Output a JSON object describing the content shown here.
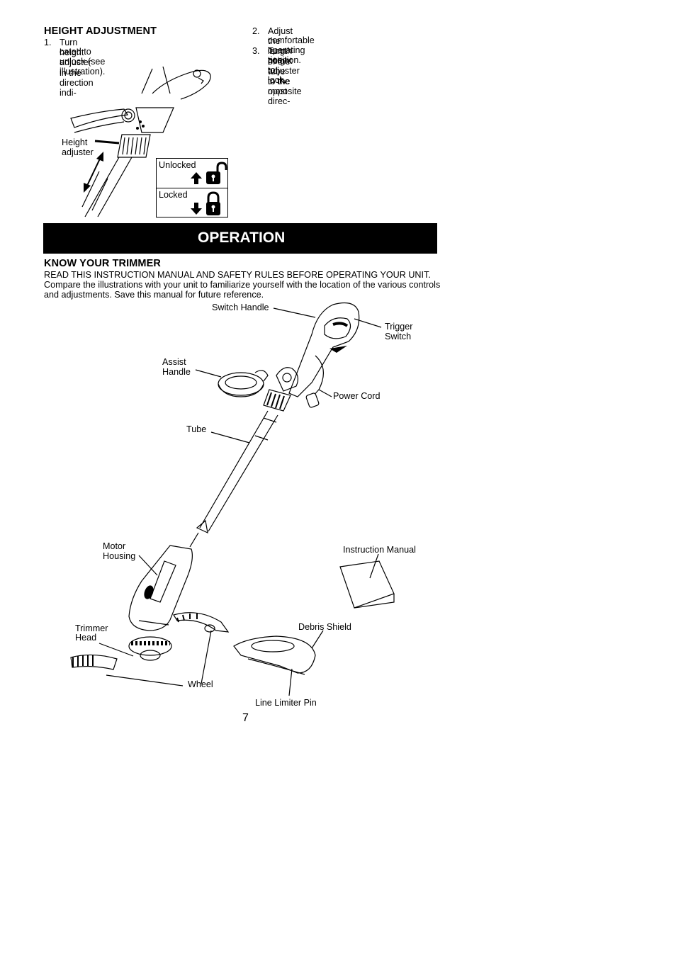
{
  "height_adjustment": {
    "heading": "HEIGHT ADJUSTMENT",
    "steps": [
      {
        "num": "1.",
        "lines": [
          "Turn height adjuster in the direction indi-",
          "cated to unlock (see illustration)."
        ]
      },
      {
        "num": "2.",
        "lines": [
          "Adjust the length of the tube to the most",
          "comfortable operating position."
        ]
      },
      {
        "num": "3.",
        "lines": [
          "Turn height adjuster in the opposite direc-",
          "tion to lock."
        ]
      }
    ],
    "illustration": {
      "label_height_adjuster": [
        "Height",
        "adjuster"
      ],
      "unlocked": "Unlocked",
      "locked": "Locked"
    }
  },
  "operation_banner": "OPERATION",
  "know_your_trimmer": {
    "heading": "KNOW YOUR TRIMMER",
    "lines": [
      "READ THIS INSTRUCTION MANUAL AND SAFETY RULES BEFORE OPERATING YOUR UNIT.",
      "Compare the illustrations with your unit to familiarize yourself with the location of the various controls",
      "and adjustments. Save this manual for future reference."
    ]
  },
  "parts": {
    "switch_handle": "Switch Handle",
    "trigger_switch": [
      "Trigger",
      "Switch"
    ],
    "assist_handle": [
      "Assist",
      "Handle"
    ],
    "power_cord": "Power Cord",
    "tube": "Tube",
    "motor_housing": [
      "Motor",
      "Housing"
    ],
    "instruction_manual": "Instruction Manual",
    "trimmer_head": [
      "Trimmer",
      "Head"
    ],
    "debris_shield": "Debris Shield",
    "wheel": "Wheel",
    "line_limiter_pin": "Line Limiter Pin"
  },
  "page_number": "7",
  "icons": [
    "arrow-up-icon",
    "unlocked-padlock-icon",
    "arrow-down-icon",
    "locked-padlock-icon",
    "double-arrow-icon"
  ]
}
